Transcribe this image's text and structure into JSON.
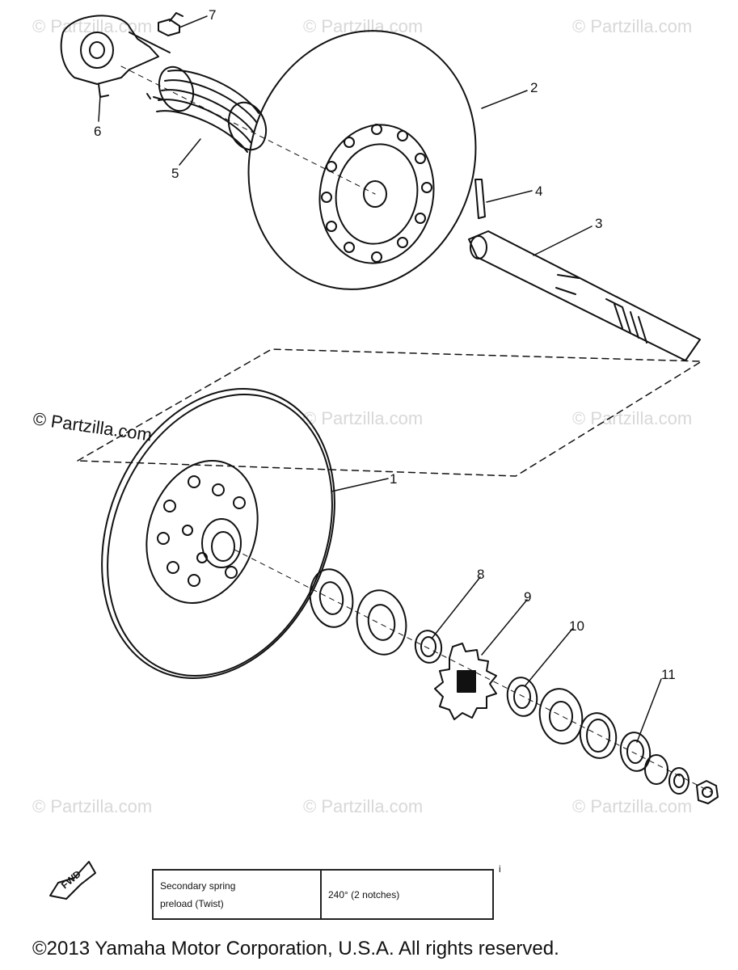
{
  "watermarks": {
    "text": "© Partzilla.com",
    "text_left_mid": "© Partzilla.com"
  },
  "callouts": [
    "1",
    "2",
    "3",
    "4",
    "5",
    "6",
    "7",
    "8",
    "9",
    "10",
    "11"
  ],
  "fwd_label": "FWD",
  "spec_table": {
    "label_line1": "Secondary spring",
    "label_line2": "preload (Twist)",
    "value": "240° (2 notches)"
  },
  "tick_mark": "i",
  "copyright": "©2013 Yamaha Motor Corporation, U.S.A. All rights reserved."
}
